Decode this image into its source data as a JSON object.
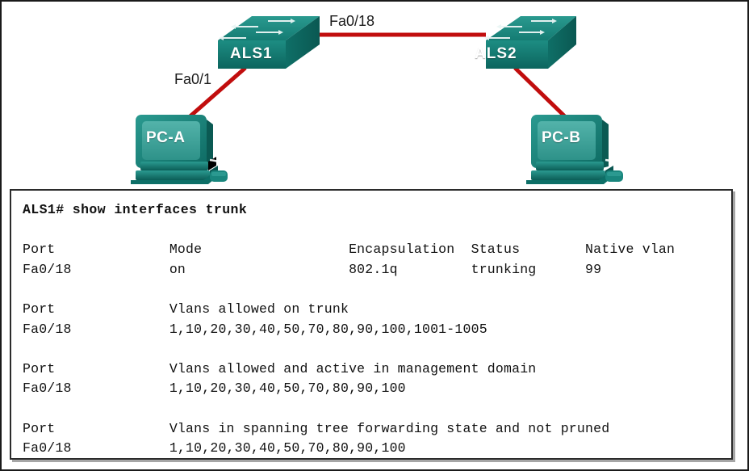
{
  "diagram": {
    "type": "network-topology",
    "devices": [
      {
        "id": "als1",
        "label": "ALS1",
        "kind": "switch"
      },
      {
        "id": "als2",
        "label": "ALS2",
        "kind": "switch"
      },
      {
        "id": "pca",
        "label": "PC-A",
        "kind": "pc"
      },
      {
        "id": "pcb",
        "label": "PC-B",
        "kind": "pc"
      }
    ],
    "links": [
      {
        "from": "als1",
        "to": "als2",
        "label": "Fa0/18"
      },
      {
        "from": "als1",
        "to": "pca",
        "label": "Fa0/1"
      },
      {
        "from": "als2",
        "to": "pcb",
        "label": ""
      }
    ],
    "link_labels": {
      "trunk": "Fa0/18",
      "access": "Fa0/1"
    }
  },
  "colors": {
    "link": "#c10d0d",
    "device_teal": "#18857c",
    "device_teal_dark": "#0e6b63",
    "device_teal_light": "#36a097",
    "screen_teal": "#3da59c",
    "label_text": "#1c1c1c",
    "terminal_text": "#111111",
    "terminal_border": "#2b2b2b"
  },
  "terminal": {
    "prompt_line": "ALS1# show interfaces trunk",
    "blocks": [
      {
        "header": "Port              Mode                  Encapsulation  Status        Native vlan",
        "row": "Fa0/18            on                    802.1q         trunking      99"
      },
      {
        "header": "Port              Vlans allowed on trunk",
        "row": "Fa0/18            1,10,20,30,40,50,70,80,90,100,1001-1005"
      },
      {
        "header": "Port              Vlans allowed and active in management domain",
        "row": "Fa0/18            1,10,20,30,40,50,70,80,90,100"
      },
      {
        "header": "Port              Vlans in spanning tree forwarding state and not pruned",
        "row": "Fa0/18            1,10,20,30,40,50,70,80,90,100"
      }
    ],
    "columns": [
      "Port",
      "Mode",
      "Encapsulation",
      "Status",
      "Native vlan"
    ],
    "values": {
      "port": "Fa0/18",
      "mode": "on",
      "encapsulation": "802.1q",
      "status": "trunking",
      "native_vlan": "99",
      "vlans_allowed_on_trunk": "1,10,20,30,40,50,70,80,90,100,1001-1005",
      "vlans_allowed_active": "1,10,20,30,40,50,70,80,90,100",
      "vlans_forwarding": "1,10,20,30,40,50,70,80,90,100"
    }
  }
}
